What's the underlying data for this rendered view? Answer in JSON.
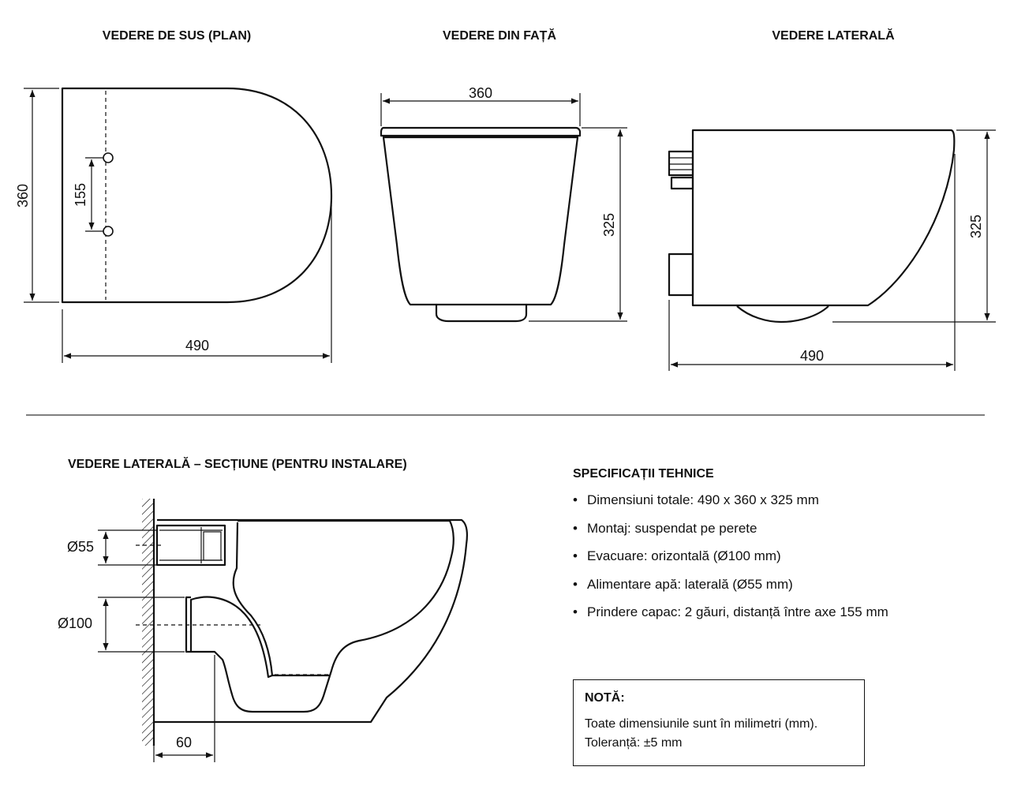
{
  "views": {
    "top_title": "VEDERE DE SUS (PLAN)",
    "front_title": "VEDERE DIN FAȚĂ",
    "side_title": "VEDERE LATERALĂ",
    "section_title": "VEDERE LATERALĂ – SECȚIUNE (PENTRU INSTALARE)"
  },
  "dimensions": {
    "top_height": "360",
    "top_holes": "155",
    "top_length": "490",
    "front_width": "360",
    "front_height": "325",
    "side_height": "325",
    "side_length": "490",
    "section_inlet": "Ø55",
    "section_outlet": "Ø100",
    "section_offset": "60"
  },
  "specs": {
    "title": "SPECIFICAȚII TEHNICE",
    "bullet": "•",
    "items": [
      "Dimensiuni totale: 490 x 360 x 325 mm",
      "Montaj: suspendat pe perete",
      "Evacuare: orizontală (Ø100 mm)",
      "Alimentare apă: laterală (Ø55 mm)",
      "Prindere capac: 2 găuri, distanță între axe 155 mm"
    ]
  },
  "note": {
    "title": "NOTĂ:",
    "line1": "Toate dimensiunile sunt în milimetri (mm).",
    "line2": "Toleranță: ±5 mm"
  }
}
